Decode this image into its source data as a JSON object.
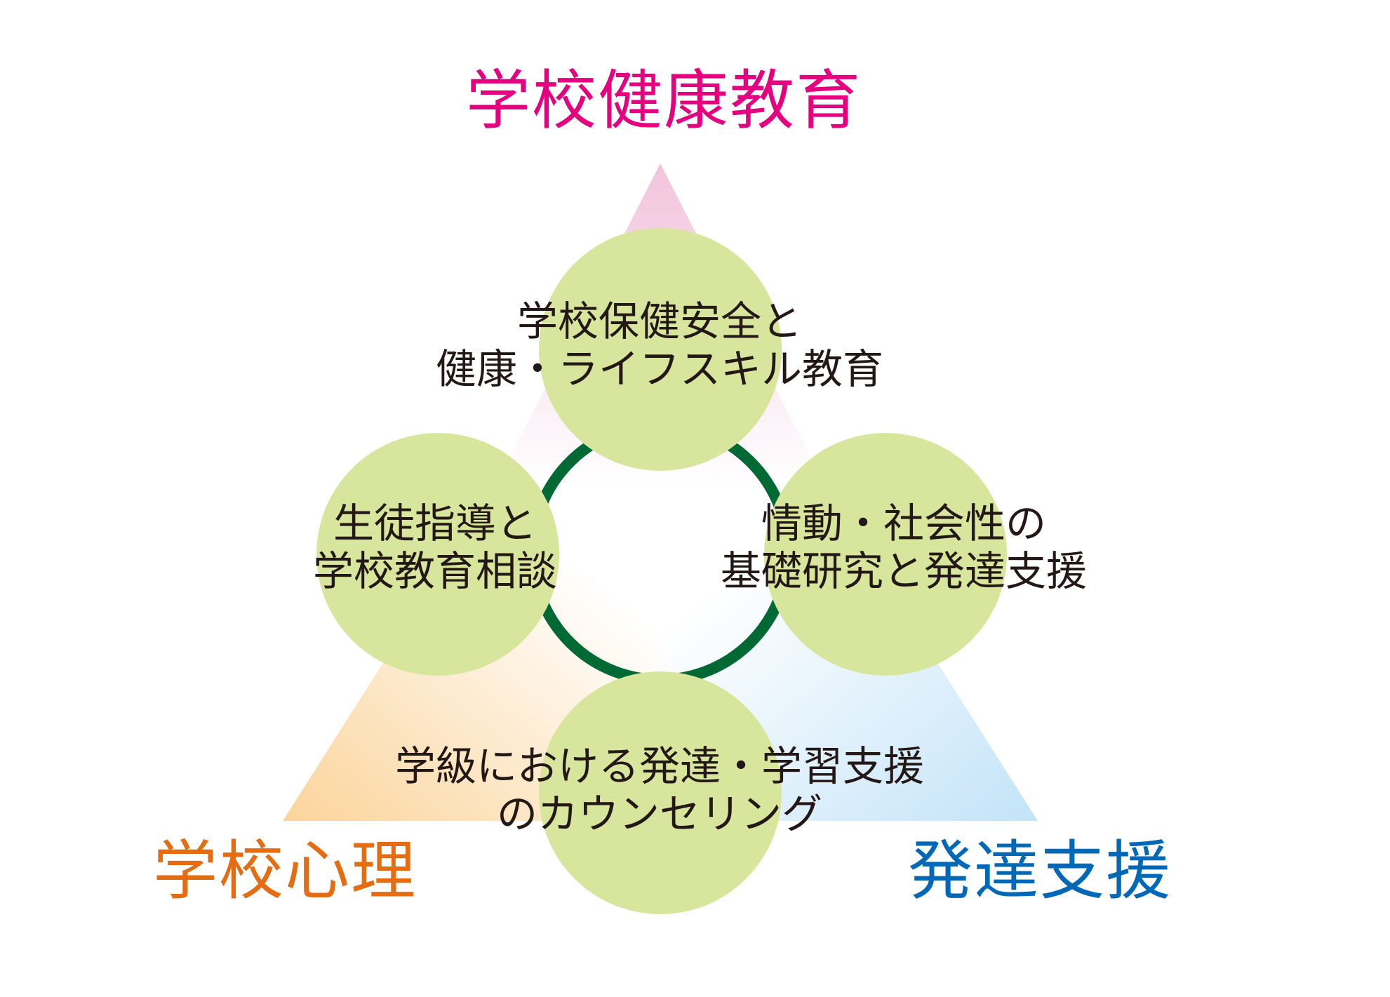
{
  "corners": {
    "top": {
      "label": "学校健康教育",
      "color": "#e4007f"
    },
    "left": {
      "label": "学校心理",
      "color": "#e66c12"
    },
    "right": {
      "label": "発達支援",
      "color": "#0068b7"
    }
  },
  "nodes": {
    "top": {
      "line1": "学校保健安全と",
      "line2": "健康・ライフスキル教育"
    },
    "left": {
      "line1": "生徒指導と",
      "line2": "学校教育相談"
    },
    "right": {
      "line1": "情動・社会性の",
      "line2": "基礎研究と発達支援"
    },
    "bottom": {
      "line1": "学級における発達・学習支援",
      "line2": "のカウンセリング"
    }
  },
  "colors": {
    "node_fill": "#d7e69c",
    "ring": "#006934",
    "text": "#231815",
    "triangle_top": "#f2c4dc",
    "triangle_left": "#fbd49a",
    "triangle_right": "#c3e3f8"
  }
}
